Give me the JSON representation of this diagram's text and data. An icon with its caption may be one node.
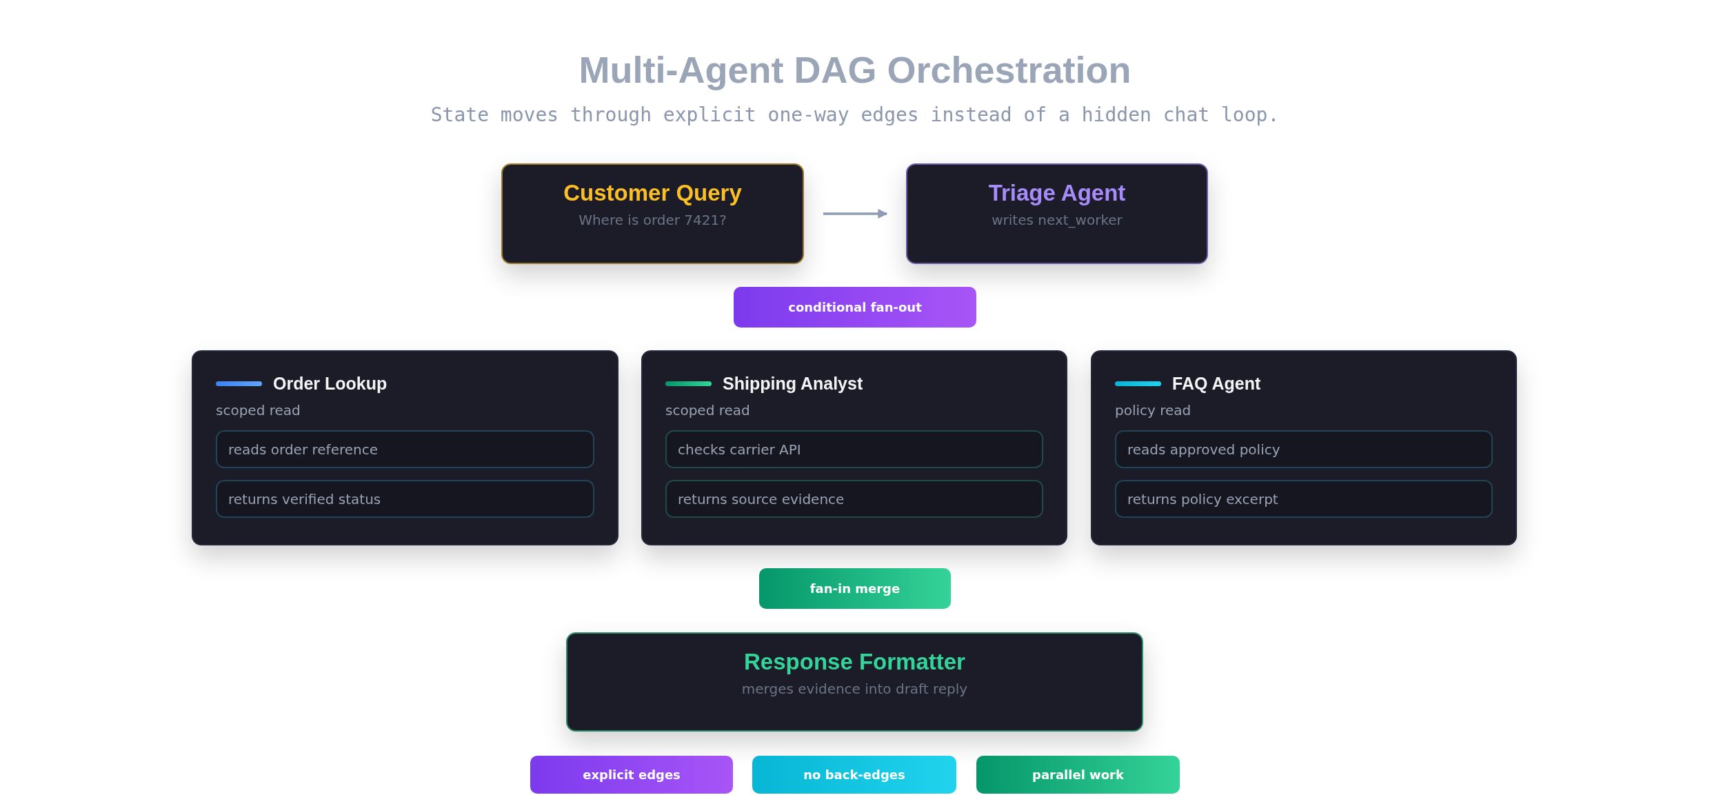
{
  "diagram": {
    "title": "Multi-Agent DAG Orchestration",
    "caption": "State moves through explicit one-way edges instead of a hidden chat loop.",
    "nodes": [
      {
        "text": [
          "Customer Query",
          "Where is order 7421?"
        ]
      },
      {
        "text": [
          "Triage Agent",
          "writes next_worker"
        ]
      },
      {
        "text": [
          "conditional fan-out"
        ]
      },
      {
        "text": [
          "Order Lookup",
          "scoped read"
        ]
      },
      {
        "text": [
          "reads order reference"
        ],
        "in": 3
      },
      {
        "text": [
          "returns verified status"
        ],
        "in": 3
      },
      {
        "text": [
          "Shipping Analyst",
          "scoped read"
        ]
      },
      {
        "text": [
          "checks carrier API"
        ],
        "in": 6
      },
      {
        "text": [
          "returns source evidence"
        ],
        "in": 6
      },
      {
        "text": [
          "FAQ Agent",
          "policy read"
        ]
      },
      {
        "text": [
          "reads approved policy"
        ],
        "in": 9
      },
      {
        "text": [
          "returns policy excerpt"
        ],
        "in": 9
      },
      {
        "text": [
          "fan-in merge"
        ]
      },
      {
        "text": [
          "Response Formatter",
          "merges evidence into draft reply"
        ]
      },
      {
        "text": [
          "explicit edges"
        ]
      },
      {
        "text": [
          "no back-edges"
        ]
      },
      {
        "text": [
          "parallel work"
        ]
      }
    ],
    "edges": [
      {
        "from": 0,
        "to": 1,
        "arrow": "to"
      }
    ]
  }
}
